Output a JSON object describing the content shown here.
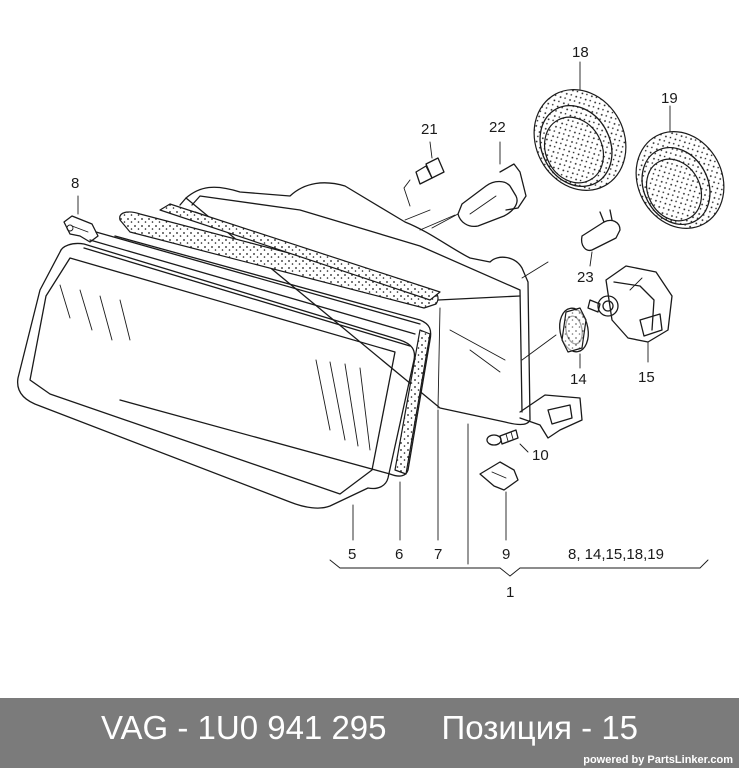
{
  "callouts": {
    "c1": "1",
    "c5": "5",
    "c6": "6",
    "c7": "7",
    "c8": "8",
    "c9": "9",
    "c10": "10",
    "c14": "14",
    "c15": "15",
    "c18": "18",
    "c19": "19",
    "c21": "21",
    "c22": "22",
    "c23": "23",
    "group_list": "8, 14,15,18,19"
  },
  "footer": {
    "part_text": "VAG - 1U0 941 295      Позиция - 15",
    "powered_by": "powered by PartsLinker.com"
  },
  "colors": {
    "ink": "#1a1a1a",
    "footer_bg": "#7b7b7b",
    "footer_text": "#ffffff"
  }
}
